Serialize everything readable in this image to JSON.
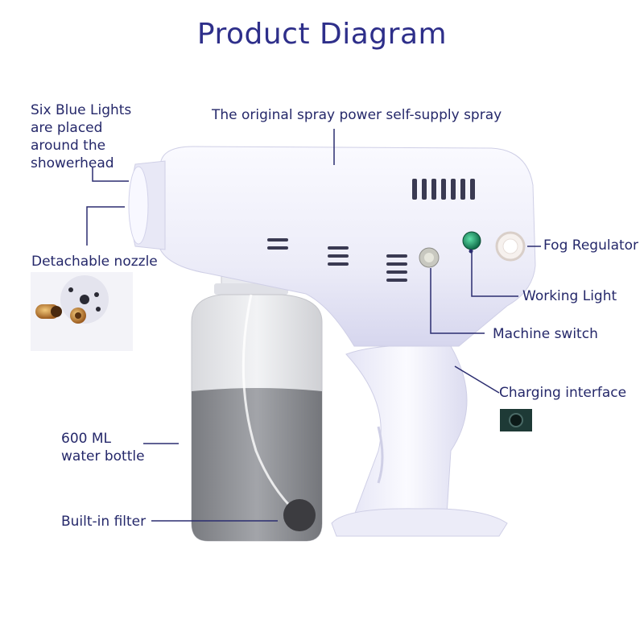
{
  "title": "Product Diagram",
  "labels": {
    "six_blue_lights": [
      "Six Blue Lights",
      "are placed",
      "around the",
      "showerhead"
    ],
    "spray": "The original spray power self-supply spray",
    "detachable_nozzle": "Detachable nozzle",
    "fog_regulator": "Fog Regulator",
    "working_light": "Working Light",
    "machine_switch": "Machine switch",
    "charging_interface": "Charging interface",
    "water_bottle": [
      "600 ML",
      "water bottle"
    ],
    "built_in_filter": "Built-in filter"
  },
  "colors": {
    "title": "#2e2f8a",
    "label": "#25286a",
    "leader_line": "#2b2d70",
    "gun_body": "#f3f3fb",
    "gun_shade": "#d9d9f0",
    "water": "#8a8c90",
    "working_light": "#1f9a6a"
  }
}
